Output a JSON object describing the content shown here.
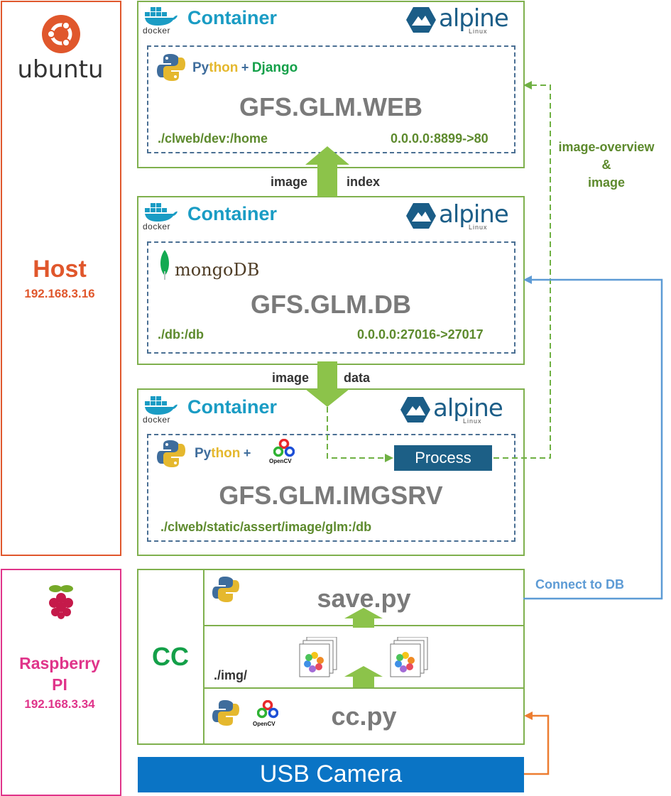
{
  "host": {
    "os_name": "ubuntu",
    "title": "Host",
    "ip": "192.168.3.16"
  },
  "rpi": {
    "title_line1": "Raspberry",
    "title_line2": "PI",
    "ip": "192.168.3.34"
  },
  "containers": {
    "web": {
      "title": "Container",
      "docker_label": "docker",
      "alpine_label": "alpine",
      "alpine_sub": "Linux",
      "stack_py1": "Py",
      "stack_py2": "thon",
      "stack_plus": "+",
      "stack_extra": "Django",
      "name": "GFS.GLM.WEB",
      "volume": "./clweb/dev:/home",
      "port": "0.0.0.0:8899->80"
    },
    "db": {
      "title": "Container",
      "docker_label": "docker",
      "alpine_label": "alpine",
      "alpine_sub": "Linux",
      "stack": "mongoDB",
      "name": "GFS.GLM.DB",
      "volume": "./db:/db",
      "port": "0.0.0.0:27016->27017"
    },
    "imgsrv": {
      "title": "Container",
      "docker_label": "docker",
      "alpine_label": "alpine",
      "alpine_sub": "Linux",
      "stack_py1": "Py",
      "stack_py2": "thon",
      "stack_plus": "+",
      "opencv_label": "OpenCV",
      "name": "GFS.GLM.IMGSRV",
      "volume": "./clweb/static/assert/image/glm:/db",
      "process": "Process"
    }
  },
  "flows": {
    "db_to_web_left": "image",
    "db_to_web_right": "index",
    "db_to_imgsrv_left": "image",
    "db_to_imgsrv_right": "data",
    "overview_line1": "image-overview",
    "overview_line2": "&",
    "overview_line3": "image",
    "connect_db": "Connect to DB"
  },
  "cc": {
    "title": "CC",
    "save": "save.py",
    "img_dir": "./img/",
    "capture": "cc.py",
    "opencv_label": "OpenCV"
  },
  "camera": {
    "label": "USB Camera"
  },
  "colors": {
    "host": "#e0572c",
    "rpi": "#e0348a",
    "container_border": "#7fb04d",
    "docker": "#1a9cc4",
    "arrow_green": "#8cc34a",
    "dashed_green": "#6fb043",
    "blue_line": "#5d9bd5",
    "orange_line": "#ed7d31",
    "process": "#1c5f86",
    "usb": "#0a74c5"
  }
}
